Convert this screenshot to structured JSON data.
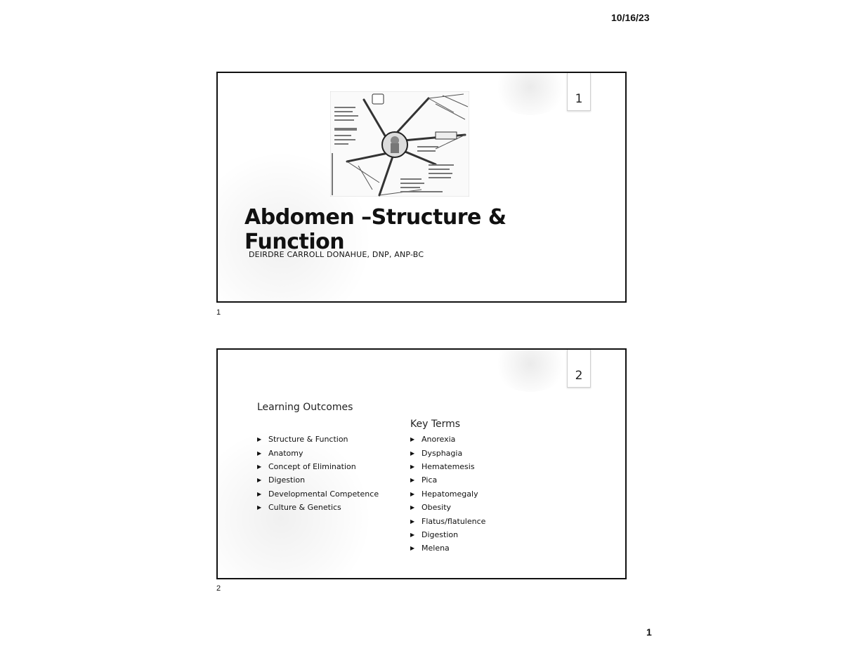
{
  "header": {
    "date": "10/16/23"
  },
  "footer": {
    "page_number": "1"
  },
  "slides": [
    {
      "caption": "1",
      "number": "1",
      "title": "Abdomen –Structure & Function",
      "author": "DEIRDRE CARROLL DONAHUE, DNP, ANP-BC",
      "image": "abdomen-mind-map-illustration"
    },
    {
      "caption": "2",
      "number": "2",
      "learning_outcomes": {
        "heading": "Learning Outcomes",
        "items": [
          "Structure & Function",
          "Anatomy",
          "Concept of Elimination",
          "Digestion",
          "Developmental Competence",
          "Culture & Genetics"
        ]
      },
      "key_terms": {
        "heading": "Key Terms",
        "items": [
          "Anorexia",
          "Dysphagia",
          "Hematemesis",
          "Pica",
          "Hepatomegaly",
          "Obesity",
          "Flatus/flatulence",
          "Digestion",
          "Melena"
        ]
      }
    }
  ],
  "icons": {
    "bullet": "triangle-right-icon"
  }
}
